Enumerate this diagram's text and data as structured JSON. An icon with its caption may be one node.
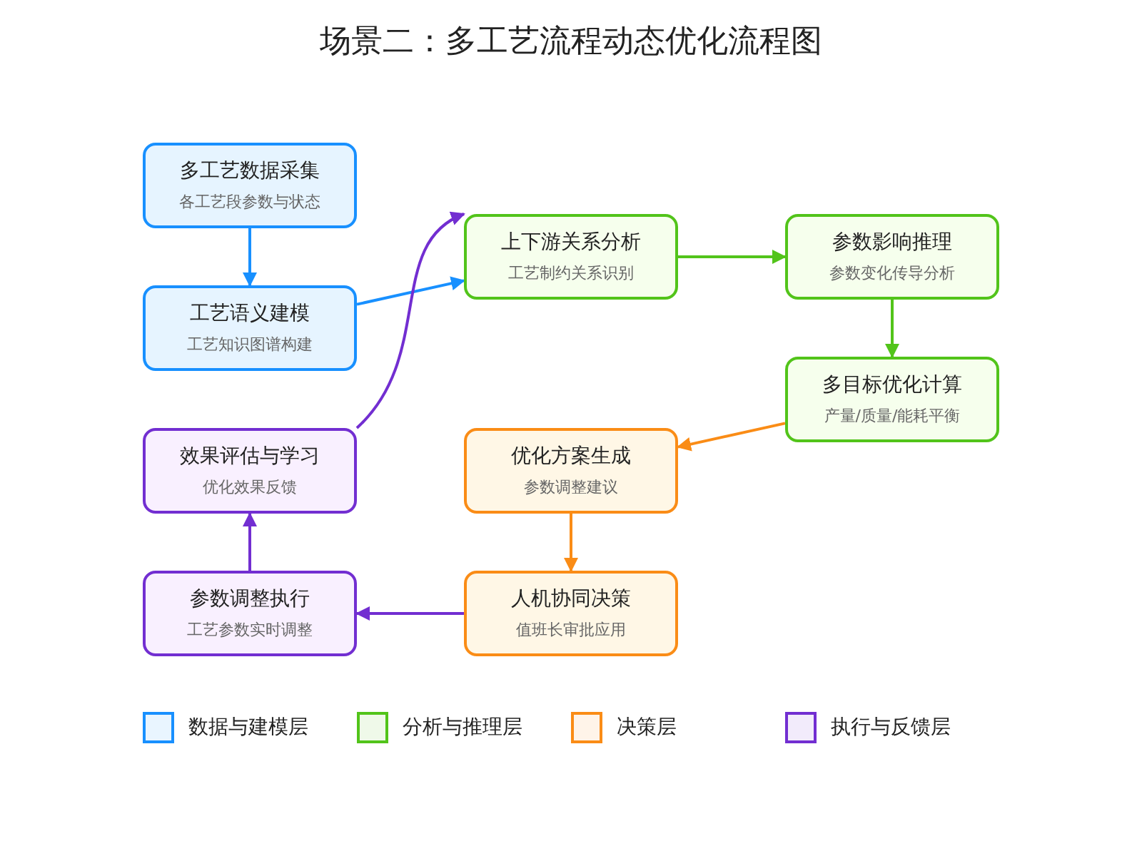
{
  "diagram": {
    "title": "场景二：多工艺流程动态优化流程图",
    "nodes": [
      {
        "text": [
          "多工艺数据采集",
          "各工艺段参数与状态"
        ]
      },
      {
        "text": [
          "工艺语义建模",
          "工艺知识图谱构建"
        ]
      },
      {
        "text": [
          "上下游关系分析",
          "工艺制约关系识别"
        ]
      },
      {
        "text": [
          "参数影响推理",
          "参数变化传导分析"
        ]
      },
      {
        "text": [
          "多目标优化计算",
          "产量/质量/能耗平衡"
        ]
      },
      {
        "text": [
          "优化方案生成",
          "参数调整建议"
        ]
      },
      {
        "text": [
          "人机协同决策",
          "值班长审批应用"
        ]
      },
      {
        "text": [
          "参数调整执行",
          "工艺参数实时调整"
        ]
      },
      {
        "text": [
          "效果评估与学习",
          "优化效果反馈"
        ]
      }
    ],
    "edges": [
      {
        "from": 0,
        "to": 1,
        "arrow": "to",
        "color": "#1890ff"
      },
      {
        "from": 1,
        "to": 2,
        "arrow": "to",
        "color": "#1890ff"
      },
      {
        "from": 2,
        "to": 3,
        "arrow": "to",
        "color": "#52c41a"
      },
      {
        "from": 3,
        "to": 4,
        "arrow": "to",
        "color": "#52c41a"
      },
      {
        "from": 4,
        "to": 5,
        "arrow": "to",
        "color": "#fa8c16"
      },
      {
        "from": 5,
        "to": 6,
        "arrow": "to",
        "color": "#fa8c16"
      },
      {
        "from": 6,
        "to": 7,
        "arrow": "to"
      },
      {
        "from": 7,
        "to": 8,
        "arrow": "to"
      },
      {
        "from": 8,
        "to": 2,
        "arrow": "to"
      }
    ],
    "legend": [
      {
        "text": "数据与建模层",
        "color": "#1890ff"
      },
      {
        "text": "分析与推理层",
        "color": "#52c41a"
      },
      {
        "text": "决策层",
        "color": "#fa8c16"
      },
      {
        "text": "执行与反馈层",
        "color": "#722ed1"
      }
    ]
  }
}
